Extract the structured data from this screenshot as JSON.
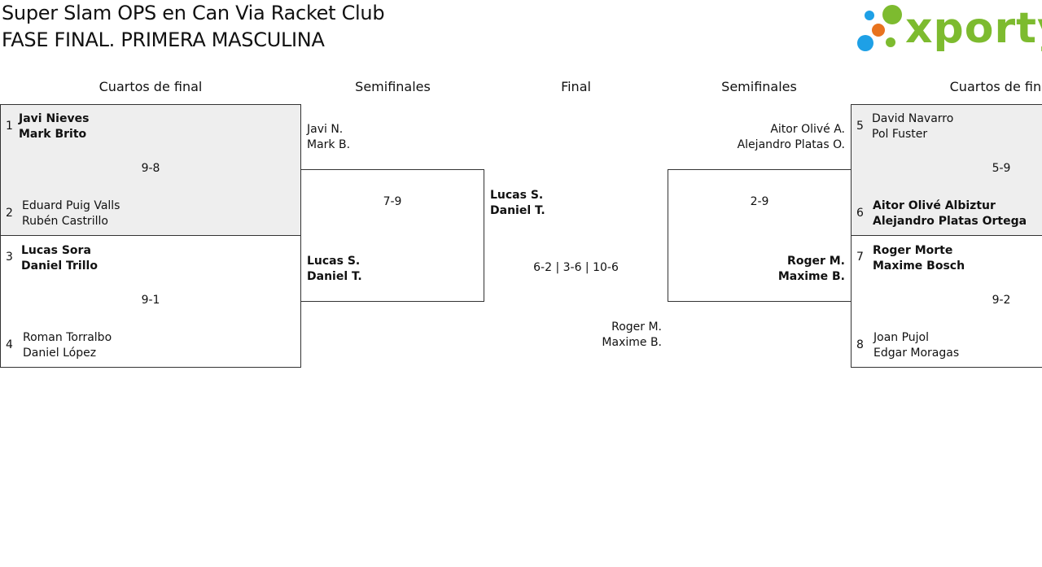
{
  "header": {
    "title": "Super Slam OPS en Can Via Racket Club",
    "subtitle": "FASE FINAL. PRIMERA MASCULINA",
    "logo_text": "xporty"
  },
  "rounds": {
    "qf_left": "Cuartos de final",
    "sf_left": "Semifinales",
    "final": "Final",
    "sf_right": "Semifinales",
    "qf_right": "Cuartos de final"
  },
  "qf": [
    {
      "seed_a": "1",
      "a1": "Javi Nieves",
      "a2": "Mark Brito",
      "score": "9-8",
      "seed_b": "2",
      "b1": "Eduard Puig Valls",
      "b2": "Rubén Castrillo"
    },
    {
      "seed_a": "3",
      "a1": "Lucas Sora",
      "a2": "Daniel Trillo",
      "score": "9-1",
      "seed_b": "4",
      "b1": "Roman Torralbo",
      "b2": "Daniel López"
    },
    {
      "seed_a": "5",
      "a1": "David Navarro",
      "a2": "Pol Fuster",
      "score": "5-9",
      "seed_b": "6",
      "b1": "Aitor Olivé Albiztur",
      "b2": "Alejandro Platas Ortega"
    },
    {
      "seed_a": "7",
      "a1": "Roger Morte",
      "a2": "Maxime Bosch",
      "score": "9-2",
      "seed_b": "8",
      "b1": "Joan Pujol",
      "b2": "Edgar Moragas"
    }
  ],
  "sf": [
    {
      "a1": "Javi N.",
      "a2": "Mark B.",
      "score": "7-9",
      "b1": "Lucas S.",
      "b2": "Daniel T."
    },
    {
      "a1": "Aitor Olivé A.",
      "a2": "Alejandro Platas O.",
      "score": "2-9",
      "b1": "Roger M.",
      "b2": "Maxime B."
    }
  ],
  "final": {
    "a1": "Lucas S.",
    "a2": "Daniel T.",
    "score": "6-2 | 3-6 | 10-6",
    "b1": "Roger M.",
    "b2": "Maxime B."
  },
  "colors": {
    "logo_green": "#7dbb2f",
    "dot_blue": "#1ea0e6",
    "dot_orange": "#e8731e",
    "box_shade": "#eeeeee"
  }
}
